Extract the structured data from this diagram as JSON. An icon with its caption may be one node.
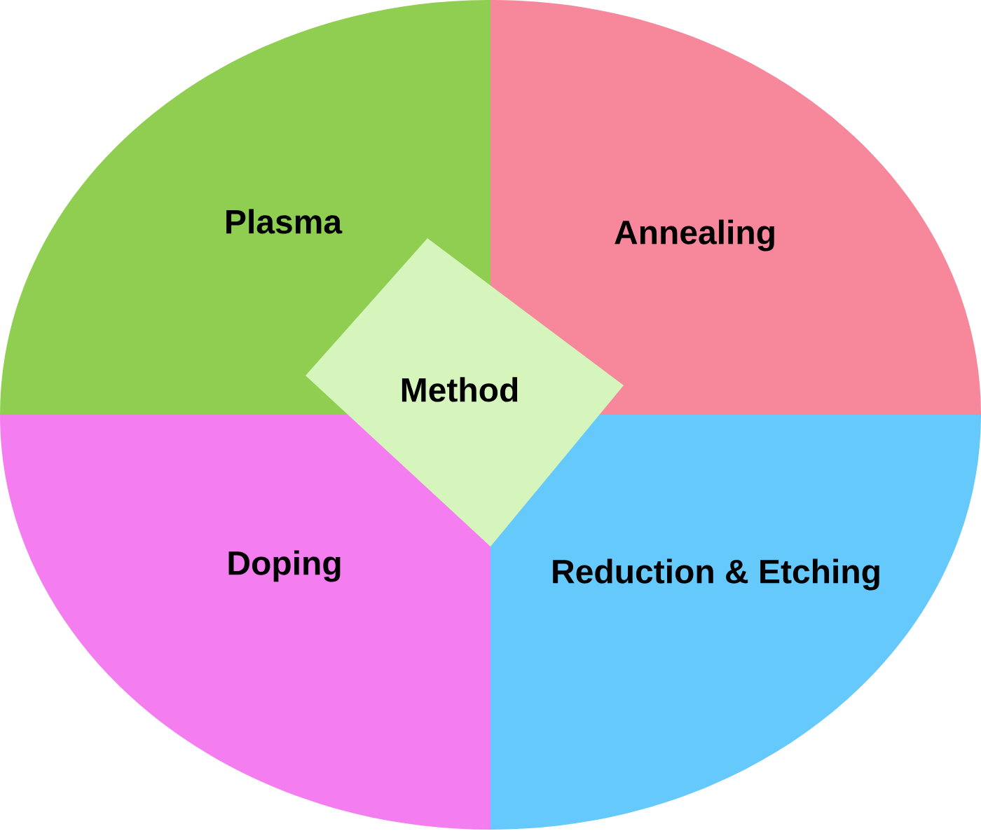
{
  "diagram": {
    "nodes": [
      {
        "text": [
          "Plasma"
        ]
      },
      {
        "text": [
          "Annealing"
        ]
      },
      {
        "text": [
          "Method"
        ]
      },
      {
        "text": [
          "Doping"
        ]
      },
      {
        "text": [
          "Reduction & Etching"
        ]
      }
    ]
  }
}
